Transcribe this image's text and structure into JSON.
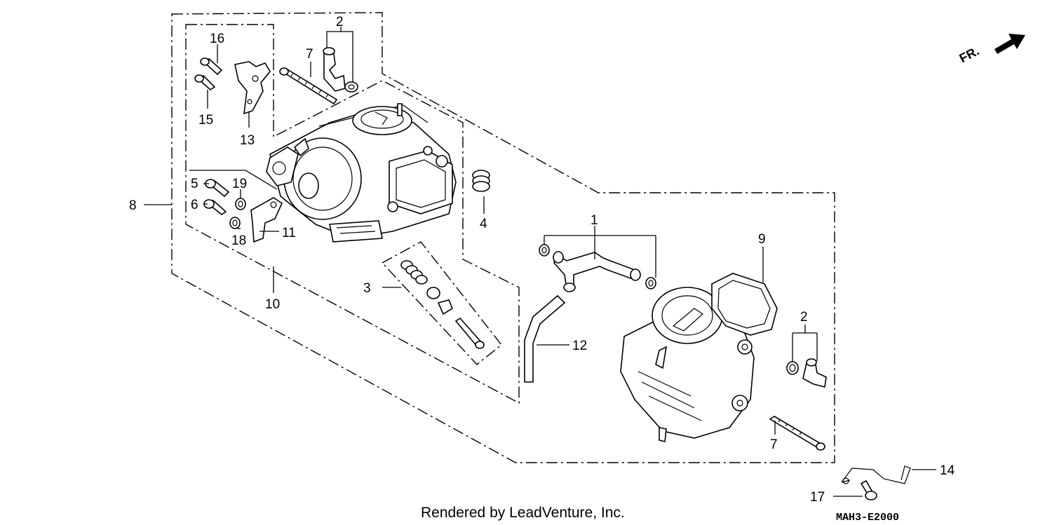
{
  "direction_label": "FR.",
  "callouts": {
    "c1": "1",
    "c2a": "2",
    "c2b": "2",
    "c3": "3",
    "c4": "4",
    "c5": "5",
    "c6": "6",
    "c7a": "7",
    "c7b": "7",
    "c8": "8",
    "c9": "9",
    "c10": "10",
    "c11": "11",
    "c12": "12",
    "c13": "13",
    "c14": "14",
    "c15": "15",
    "c16": "16",
    "c17": "17",
    "c18": "18",
    "c19": "19"
  },
  "footer": {
    "credit": "Rendered by LeadVenture, Inc.",
    "diagram_code": "MAH3-E2000"
  }
}
